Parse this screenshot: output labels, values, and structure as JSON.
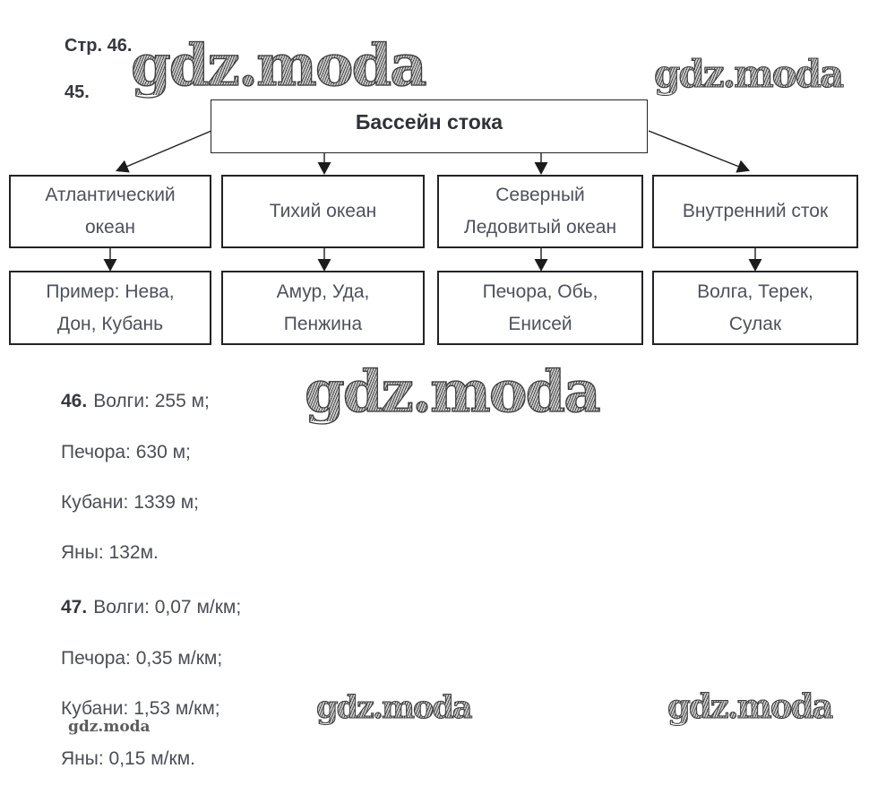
{
  "page": {
    "page_label": "Стр. 46.",
    "task45_label": "45."
  },
  "watermark": {
    "text": "gdz.moda"
  },
  "diagram": {
    "root": "Бассейн стока",
    "branches": [
      {
        "title": "Атлантический\nокеан",
        "example": "Пример: Нева,\nДон, Кубань"
      },
      {
        "title": "Тихий океан",
        "example": "Амур, Уда,\nПенжина"
      },
      {
        "title": "Северный\nЛедовитый океан",
        "example": "Печора, Обь,\nЕнисей"
      },
      {
        "title": "Внутренний сток",
        "example": "Волга, Терек,\nСулак"
      }
    ]
  },
  "task46": {
    "number": "46.",
    "first": "Волги: 255 м;",
    "rest": [
      "Печора: 630 м;",
      "Кубани: 1339 м;",
      "Яны: 132м."
    ]
  },
  "task47": {
    "number": "47.",
    "first": "Волги: 0,07 м/км;",
    "rest": [
      "Печора: 0,35 м/км;",
      "Кубани: 1,53 м/км;",
      "Яны: 0,15 м/км."
    ]
  }
}
